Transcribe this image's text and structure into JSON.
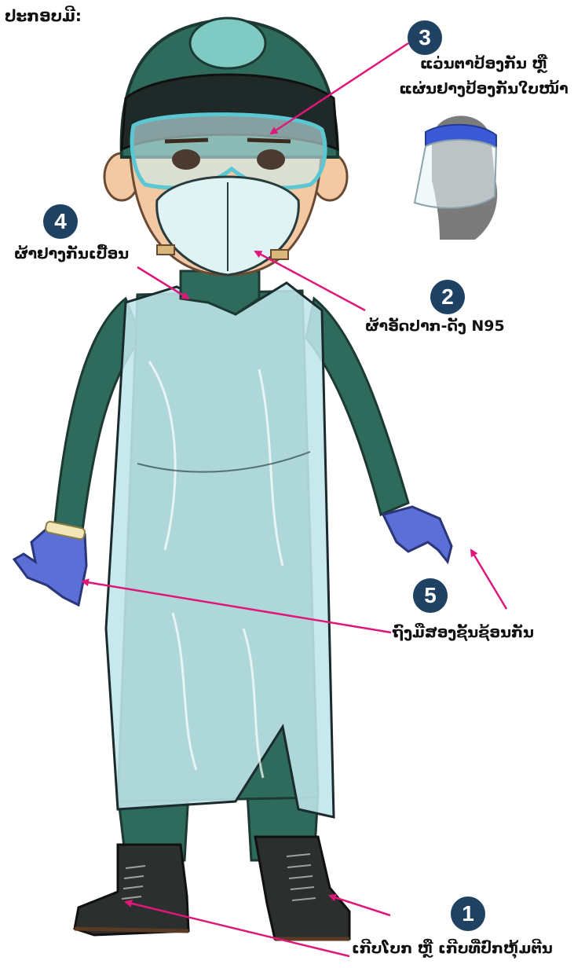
{
  "heading": "ປະກອບມີ:",
  "items": [
    {
      "number": "1",
      "label": "ເກີບໂບກ ຫຼື ເກີບທີ່ປົກຫຸ້ມຕີນ"
    },
    {
      "number": "2",
      "label": "ຜ້າອັດປາກ-ດັງ N95"
    },
    {
      "number": "3",
      "label_line1": "ແວ່ນຕາປ້ອງກັນ ຫຼື",
      "label_line2": "ແຜ່ນຢາງປ້ອງກັນໃບໜ້າ"
    },
    {
      "number": "4",
      "label": "ຜ້າຢາງກັນເປື້ອນ"
    },
    {
      "number": "5",
      "label": "ຖົງມືສອງຊັ້ນຊ້ອນກັນ"
    }
  ],
  "colors": {
    "badge": "#1f4263",
    "arrow": "#e0177a",
    "uniform": "#2f6b5c",
    "apron": "#bfe6ea",
    "glove": "#5b6fd6",
    "boot": "#2b2f2e"
  }
}
